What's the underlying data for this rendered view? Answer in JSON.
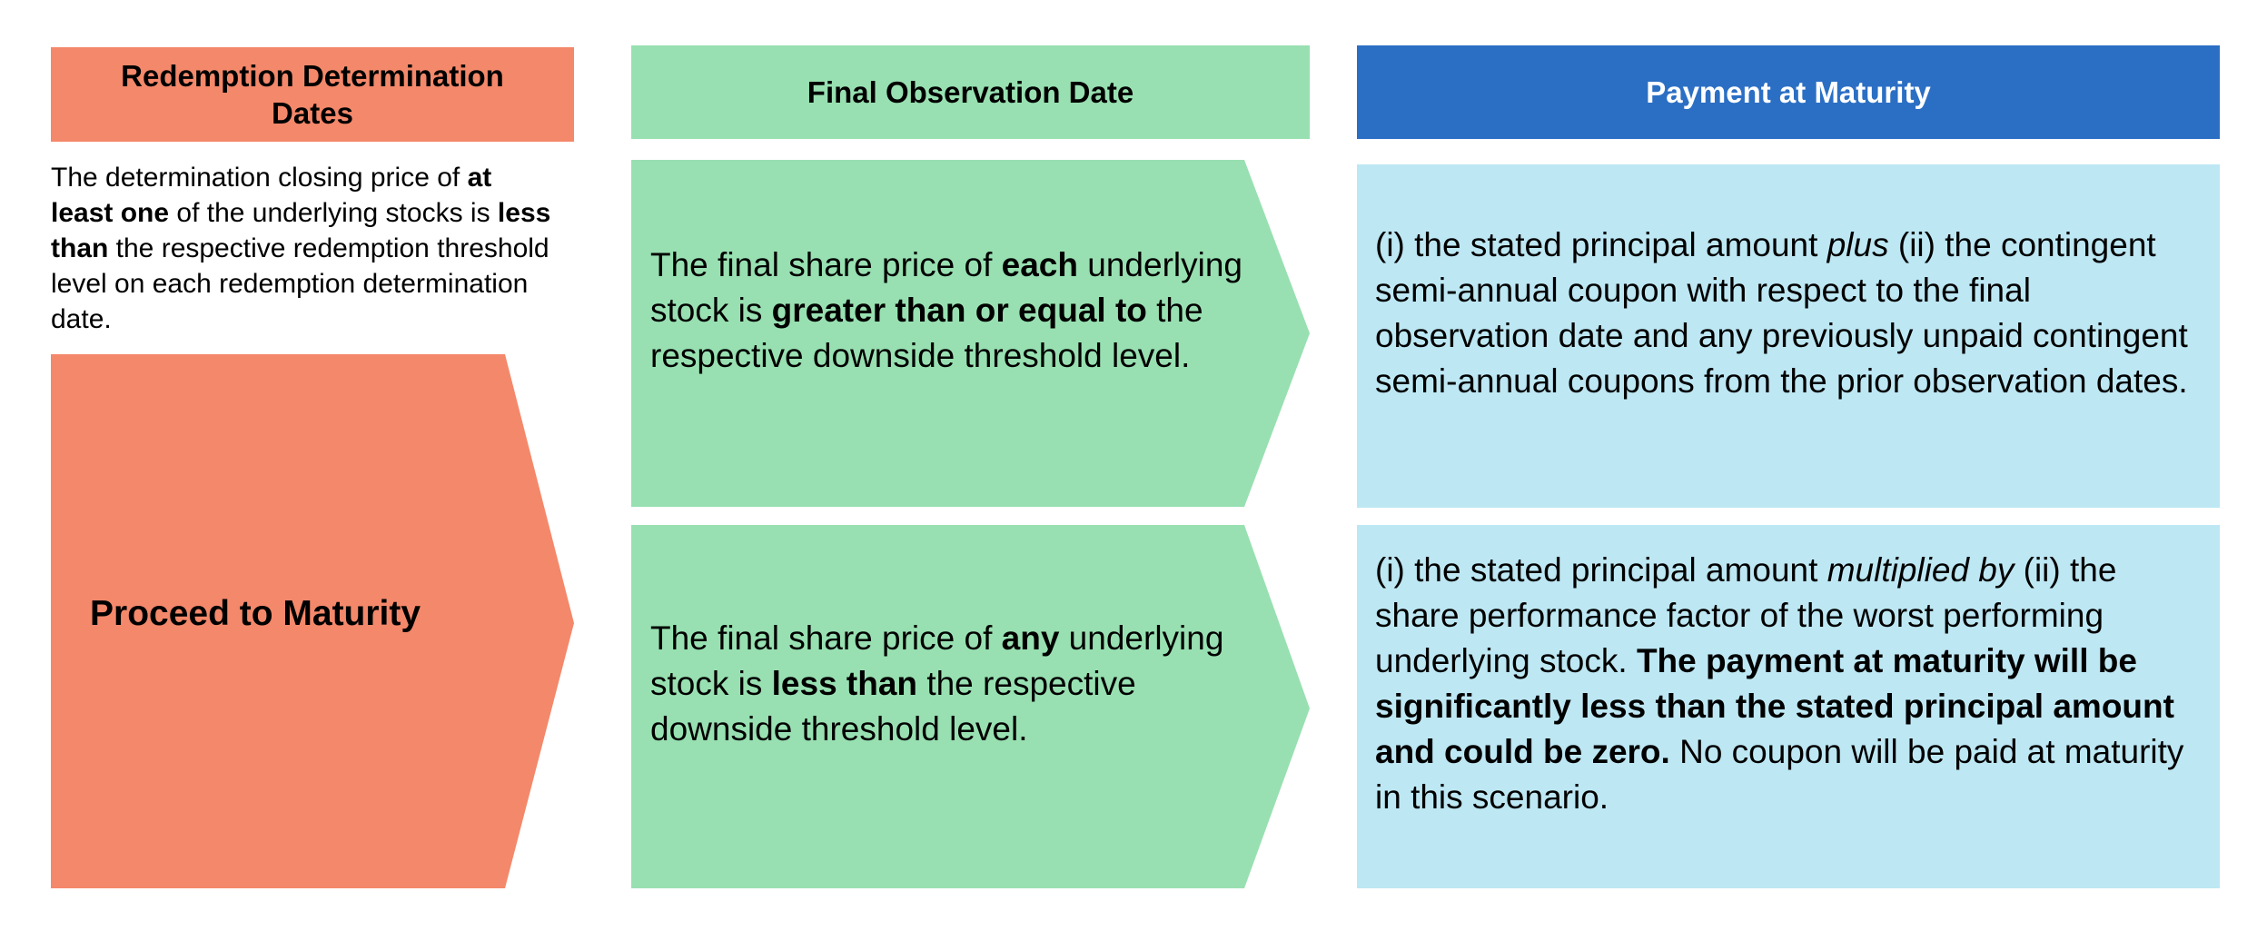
{
  "colors": {
    "orange": "#F4886A",
    "green": "#98E0B1",
    "blue": "#2B6FC4",
    "light_blue": "#BDE7F3"
  },
  "columns": {
    "col1": {
      "header_line1": "Redemption Determination",
      "header_line2": "Dates",
      "desc": {
        "p1": "The determination closing price of ",
        "b1": "at least one",
        "p2": " of the underlying stocks is ",
        "b2": "less than",
        "p3": " the respective redemption threshold level on each redemption determination date."
      },
      "arrow_label": "Proceed to Maturity"
    },
    "col2": {
      "header": "Final Observation Date",
      "top": {
        "p1": "The final share price of ",
        "b1": "each",
        "p2": " underlying stock is ",
        "b2": "greater than or equal to",
        "p3": " the respective downside threshold level."
      },
      "bottom": {
        "p1": "The final share price of ",
        "b1": "any",
        "p2": " underlying stock is ",
        "b2": "less than",
        "p3": " the respective downside threshold level."
      }
    },
    "col3": {
      "header": "Payment at Maturity",
      "top": {
        "p1": "(i) the stated principal amount ",
        "i1": "plus",
        "p2": " (ii) the contingent semi-annual coupon with respect to the final observation date and any previously unpaid contingent semi-annual coupons from the prior observation dates."
      },
      "bottom": {
        "p1": "(i) the stated principal amount ",
        "i1": "multiplied by",
        "p2": " (ii) the share performance factor of the worst performing underlying stock.  ",
        "b1": "The payment at maturity will be significantly less than the stated principal amount and could be zero.",
        "p3": " No coupon will be paid at maturity in this scenario."
      }
    }
  }
}
